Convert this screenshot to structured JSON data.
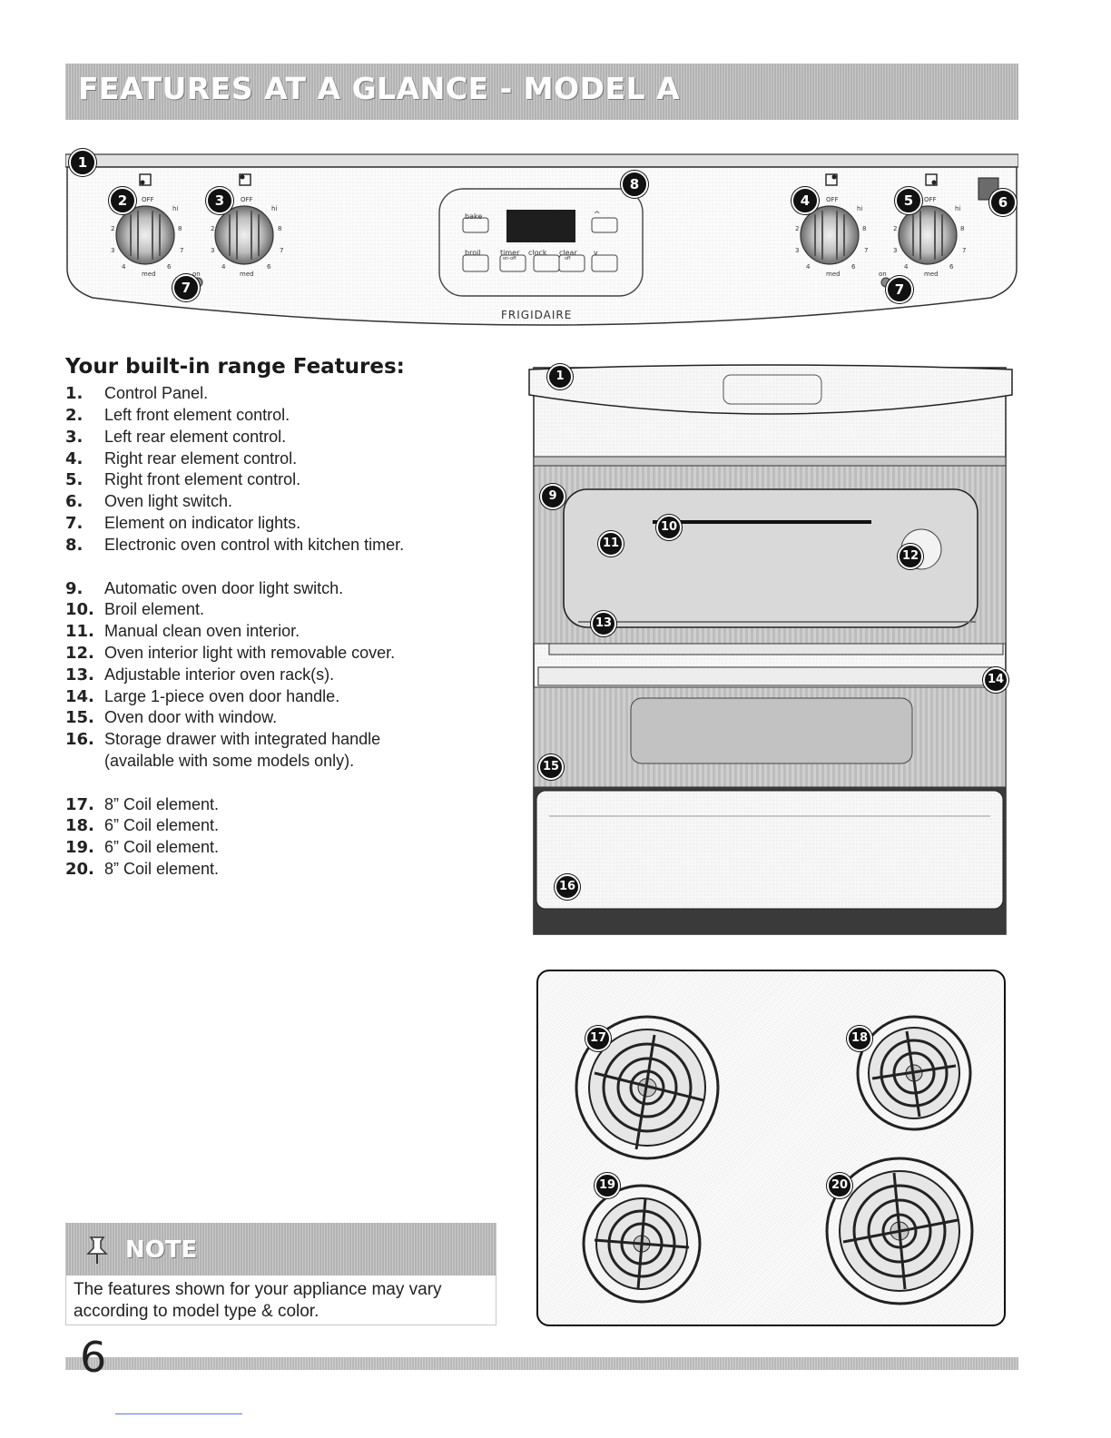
{
  "header": {
    "title": "FEATURES AT A GLANCE - MODEL A"
  },
  "control_panel": {
    "brand": "FRIGIDAIRE",
    "knob_labels": {
      "off": "OFF",
      "hi": "hi",
      "med": "med",
      "on": "on"
    },
    "oven_control_buttons": {
      "bake": "bake",
      "broil": "broil",
      "timer": "timer",
      "timer_sub": "on-off",
      "clock": "clock",
      "clear": "clear",
      "clear_sub": "off",
      "up": "^",
      "down": "v"
    }
  },
  "features": {
    "heading": "Your built-in range Features:",
    "items": [
      {
        "num": "1.",
        "text": "Control Panel."
      },
      {
        "num": "2.",
        "text": "Left front element control."
      },
      {
        "num": "3.",
        "text": "Left rear element control."
      },
      {
        "num": "4.",
        "text": "Right rear element control."
      },
      {
        "num": "5.",
        "text": "Right front element control."
      },
      {
        "num": "6.",
        "text": "Oven light switch."
      },
      {
        "num": "7.",
        "text": "Element on indicator lights."
      },
      {
        "num": "8.",
        "text": "Electronic oven control with kitchen timer."
      },
      {
        "num": "9.",
        "text": "Automatic oven door light switch."
      },
      {
        "num": "10.",
        "text": "Broil element."
      },
      {
        "num": "11.",
        "text": "Manual clean oven interior."
      },
      {
        "num": "12.",
        "text": "Oven interior light with removable cover."
      },
      {
        "num": "13.",
        "text": "Adjustable interior oven rack(s)."
      },
      {
        "num": "14.",
        "text": "Large 1-piece oven door handle."
      },
      {
        "num": "15.",
        "text": "Oven door with window."
      },
      {
        "num": "16.",
        "text": "Storage drawer with integrated handle"
      },
      {
        "num": "17.",
        "text": "8” Coil element."
      },
      {
        "num": "18.",
        "text": "6” Coil element."
      },
      {
        "num": "19.",
        "text": "6” Coil element."
      },
      {
        "num": "20.",
        "text": "8” Coil element."
      }
    ],
    "item16_continuation": "(available with some models only)."
  },
  "callouts": {
    "c1": "1",
    "c2": "2",
    "c3": "3",
    "c4": "4",
    "c5": "5",
    "c6": "6",
    "c7": "7",
    "c8": "8",
    "c9": "9",
    "c10": "10",
    "c11": "11",
    "c12": "12",
    "c13": "13",
    "c14": "14",
    "c15": "15",
    "c16": "16",
    "c17": "17",
    "c18": "18",
    "c19": "19",
    "c20": "20"
  },
  "note": {
    "title": "NOTE",
    "text": "The features shown for your appliance may vary according to model type & color."
  },
  "footer": {
    "page_number": "6"
  }
}
